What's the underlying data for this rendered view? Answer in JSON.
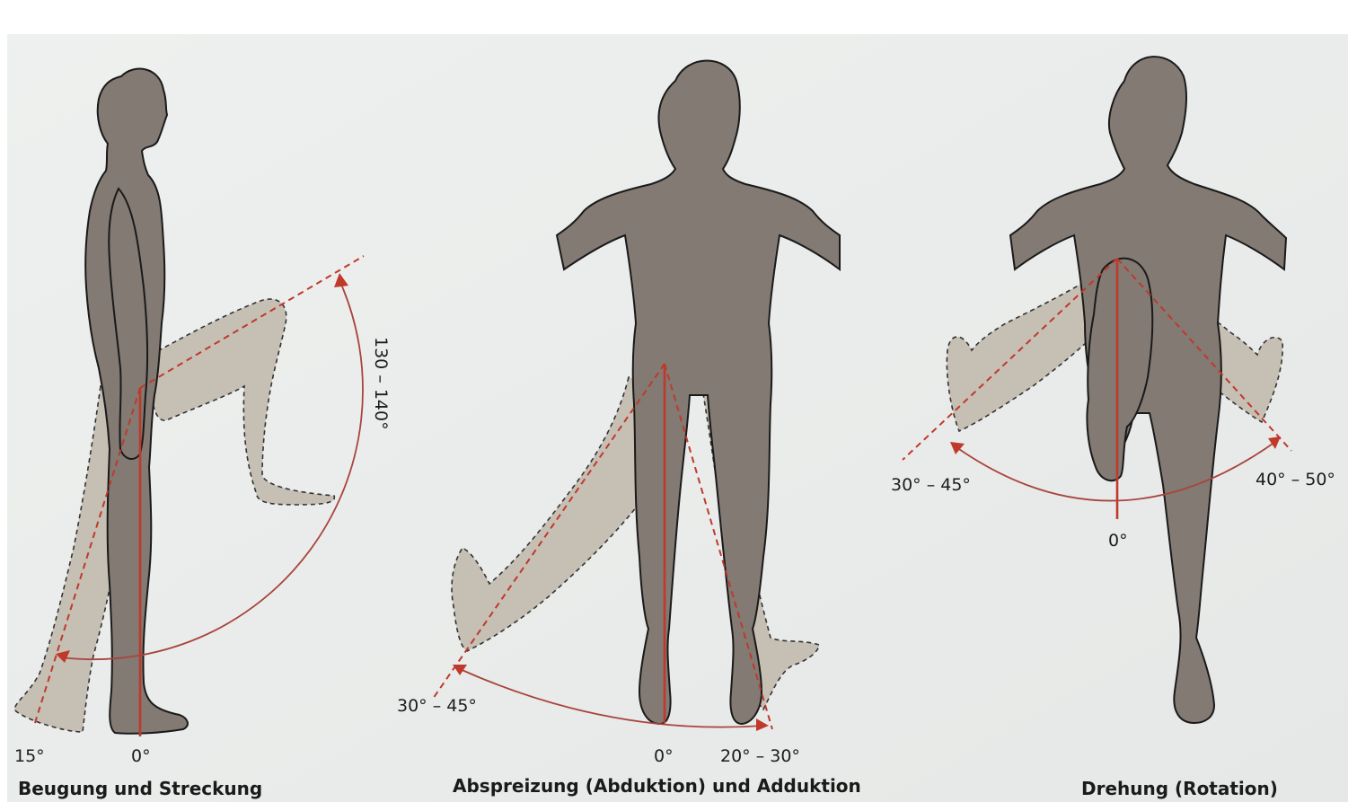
{
  "panels": [
    {
      "caption": "Beugung und Streckung",
      "labels": {
        "extension": "15°",
        "neutral": "0°",
        "flexion": "130 – 140°"
      }
    },
    {
      "caption": "Abspreizung (Abduktion) und Adduktion",
      "labels": {
        "abduction": "30° – 45°",
        "neutral": "0°",
        "adduction": "20° – 30°"
      }
    },
    {
      "caption": "Drehung (Rotation)",
      "labels": {
        "outward": "30° – 45°",
        "neutral": "0°",
        "inward": "40° – 50°"
      }
    }
  ],
  "colors": {
    "figure": "#827a73",
    "ghost_figure": "#c5bdb2",
    "reference_line": "#c0392b",
    "background": "#eef0ef"
  }
}
